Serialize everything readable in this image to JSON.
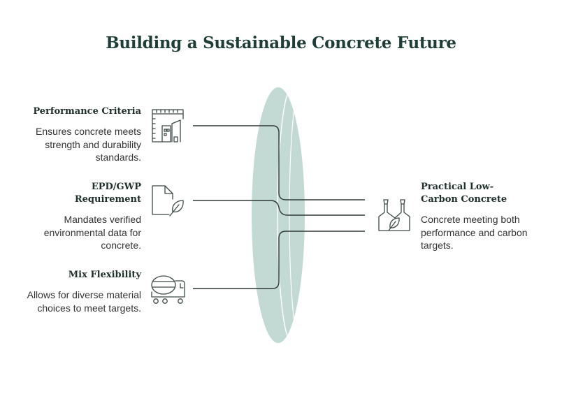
{
  "title": "Building a Sustainable Concrete Future",
  "inputs": [
    {
      "heading": "Performance Criteria",
      "description": "Ensures concrete meets strength and durability standards.",
      "icon": "blueprint-building-icon"
    },
    {
      "heading": "EPD/GWP Requirement",
      "description": "Mandates verified environmental data for concrete.",
      "icon": "document-leaf-icon"
    },
    {
      "heading": "Mix Flexibility",
      "description": "Allows for diverse material choices to meet targets.",
      "icon": "concrete-mixer-icon"
    }
  ],
  "output": {
    "heading": "Practical Low-Carbon Concrete",
    "description": "Concrete meeting both performance and carbon targets.",
    "icon": "eco-factory-icon"
  },
  "colors": {
    "title": "#1f3d36",
    "lens": "#c2d9d4",
    "line": "#2f3a37"
  }
}
